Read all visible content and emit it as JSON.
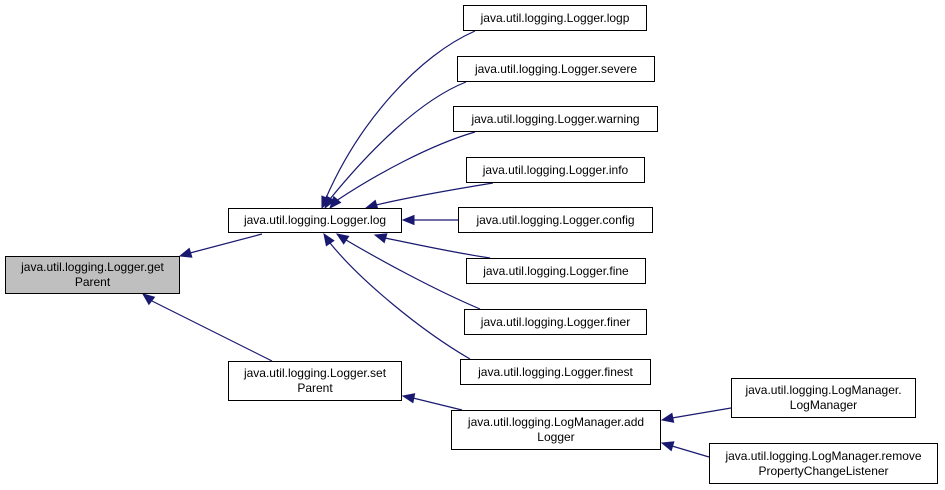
{
  "colors": {
    "edge": "#191970",
    "root_fill": "#bfbfbf",
    "node_fill": "#ffffff",
    "border": "#000000"
  },
  "nodes": {
    "get_parent": {
      "line1": "java.util.logging.Logger.get",
      "line2": "Parent"
    },
    "log": {
      "line1": "java.util.logging.Logger.log"
    },
    "set_parent": {
      "line1": "java.util.logging.Logger.set",
      "line2": "Parent"
    },
    "logp": {
      "line1": "java.util.logging.Logger.logp"
    },
    "severe": {
      "line1": "java.util.logging.Logger.severe"
    },
    "warning": {
      "line1": "java.util.logging.Logger.warning"
    },
    "info": {
      "line1": "java.util.logging.Logger.info"
    },
    "config": {
      "line1": "java.util.logging.Logger.config"
    },
    "fine": {
      "line1": "java.util.logging.Logger.fine"
    },
    "finer": {
      "line1": "java.util.logging.Logger.finer"
    },
    "finest": {
      "line1": "java.util.logging.Logger.finest"
    },
    "add_logger": {
      "line1": "java.util.logging.LogManager.add",
      "line2": "Logger"
    },
    "log_manager": {
      "line1": "java.util.logging.LogManager.",
      "line2": "LogManager"
    },
    "remove_pcl": {
      "line1": "java.util.logging.LogManager.remove",
      "line2": "PropertyChangeListener"
    }
  },
  "edges": [
    {
      "from": "log",
      "to": "get_parent"
    },
    {
      "from": "set_parent",
      "to": "get_parent"
    },
    {
      "from": "logp",
      "to": "log"
    },
    {
      "from": "severe",
      "to": "log"
    },
    {
      "from": "warning",
      "to": "log"
    },
    {
      "from": "info",
      "to": "log"
    },
    {
      "from": "config",
      "to": "log"
    },
    {
      "from": "fine",
      "to": "log"
    },
    {
      "from": "finer",
      "to": "log"
    },
    {
      "from": "finest",
      "to": "log"
    },
    {
      "from": "add_logger",
      "to": "set_parent"
    },
    {
      "from": "log_manager",
      "to": "add_logger"
    },
    {
      "from": "remove_pcl",
      "to": "add_logger"
    }
  ]
}
